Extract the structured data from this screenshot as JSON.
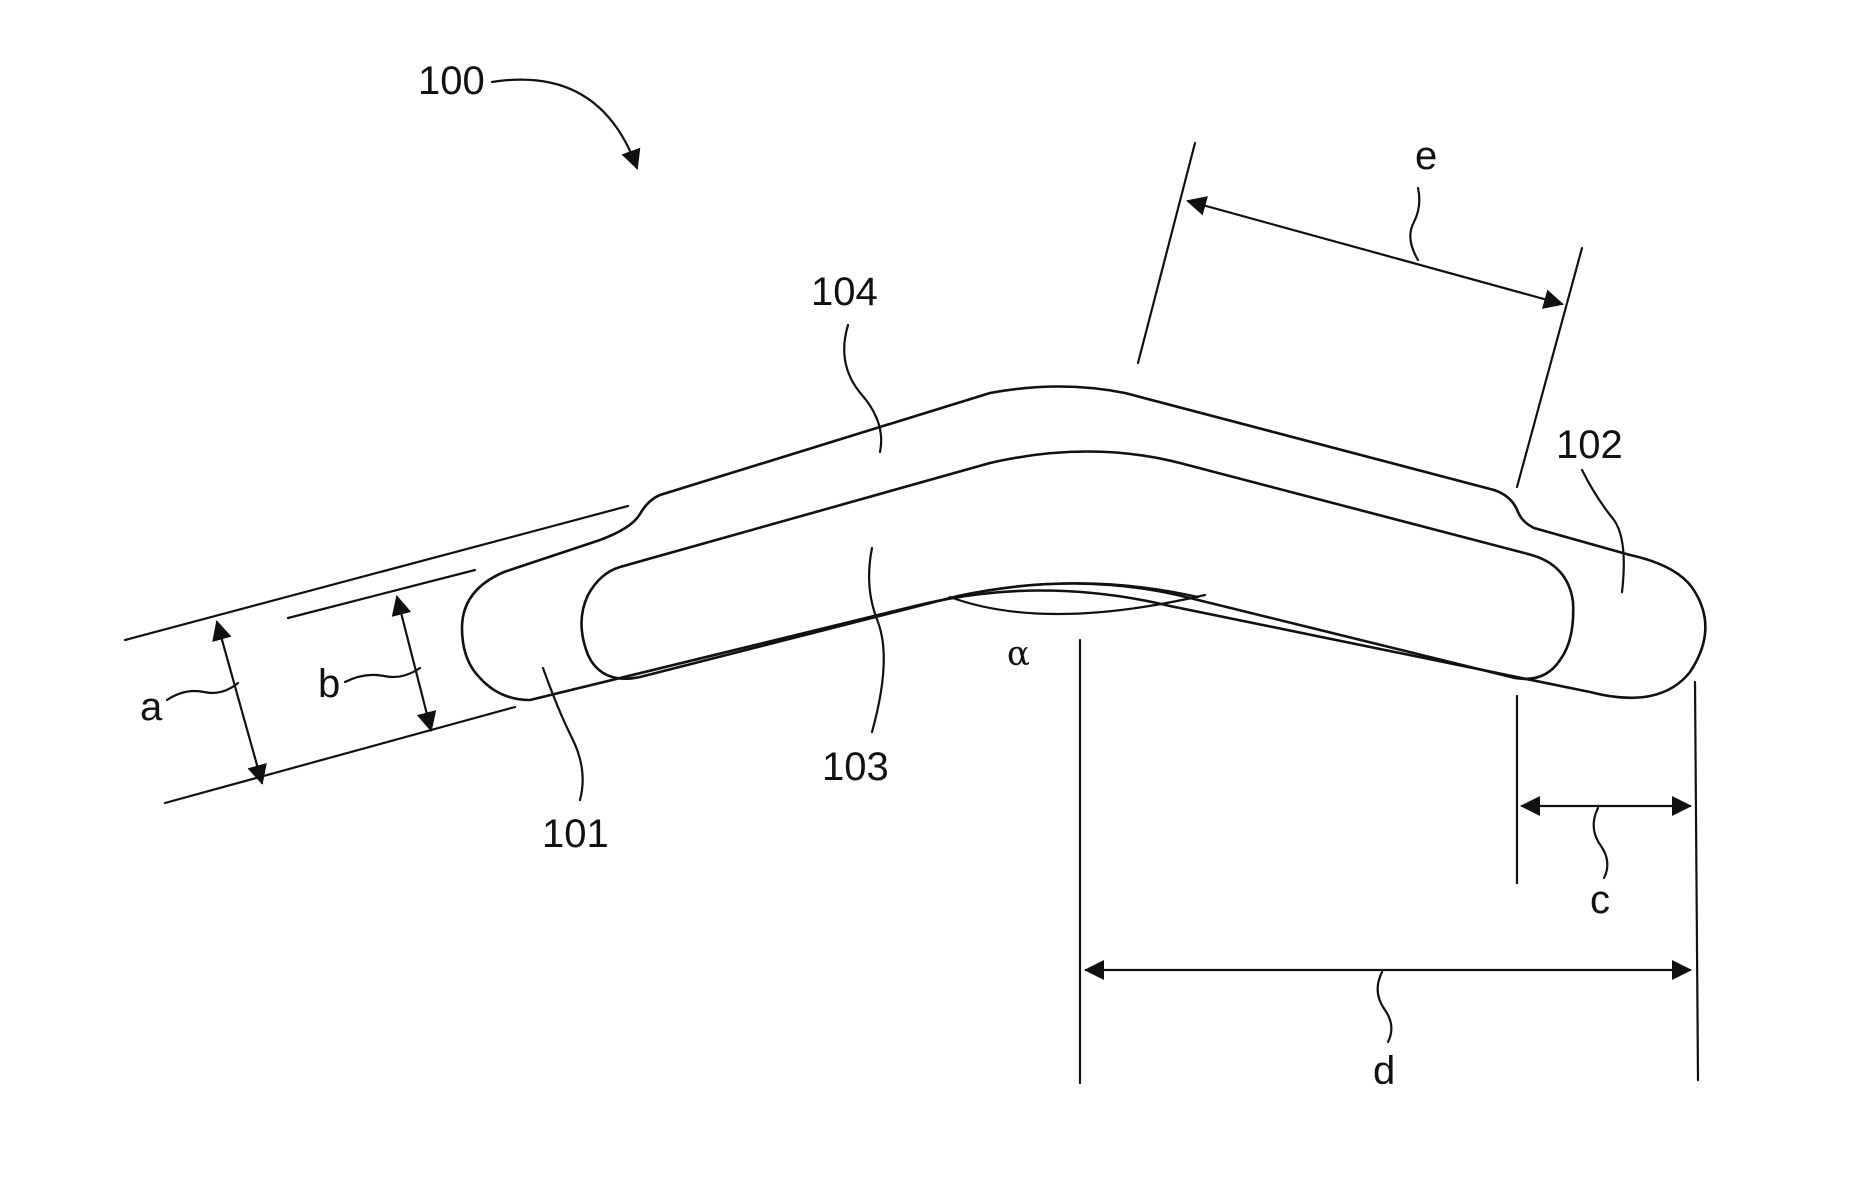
{
  "figure": {
    "labels": {
      "device": "100",
      "end_a": "101",
      "end_b": "102",
      "slot": "103",
      "body": "104",
      "dim_a": "a",
      "dim_b": "b",
      "dim_c": "c",
      "dim_d": "d",
      "dim_e": "e",
      "angle": "α"
    }
  }
}
